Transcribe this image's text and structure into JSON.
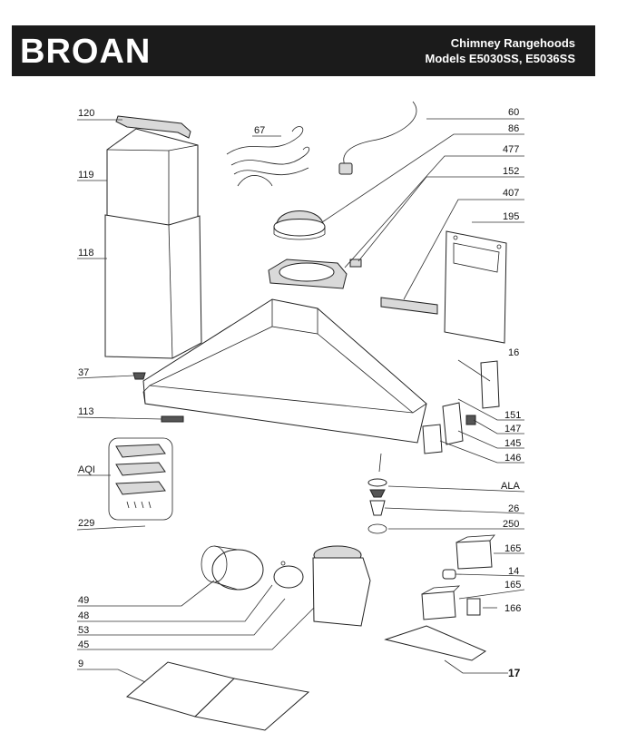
{
  "header": {
    "brand": "BROAN",
    "title_line1": "Chimney Rangehoods",
    "title_line2": "Models E5030SS, E5036SS"
  },
  "parts": {
    "p120": "120",
    "p119": "119",
    "p118": "118",
    "p67": "67",
    "p60": "60",
    "p86": "86",
    "p477": "477",
    "p152": "152",
    "p407": "407",
    "p195": "195",
    "p16": "16",
    "p37": "37",
    "p113": "113",
    "pAQI": "AQI",
    "p229": "229",
    "p151": "151",
    "p147": "147",
    "p145": "145",
    "p146": "146",
    "pALA": "ALA",
    "p26": "26",
    "p250": "250",
    "p165a": "165",
    "p14": "14",
    "p165b": "165",
    "p166": "166",
    "p49": "49",
    "p48": "48",
    "p53": "53",
    "p45": "45",
    "p9": "9",
    "p17": "17"
  }
}
